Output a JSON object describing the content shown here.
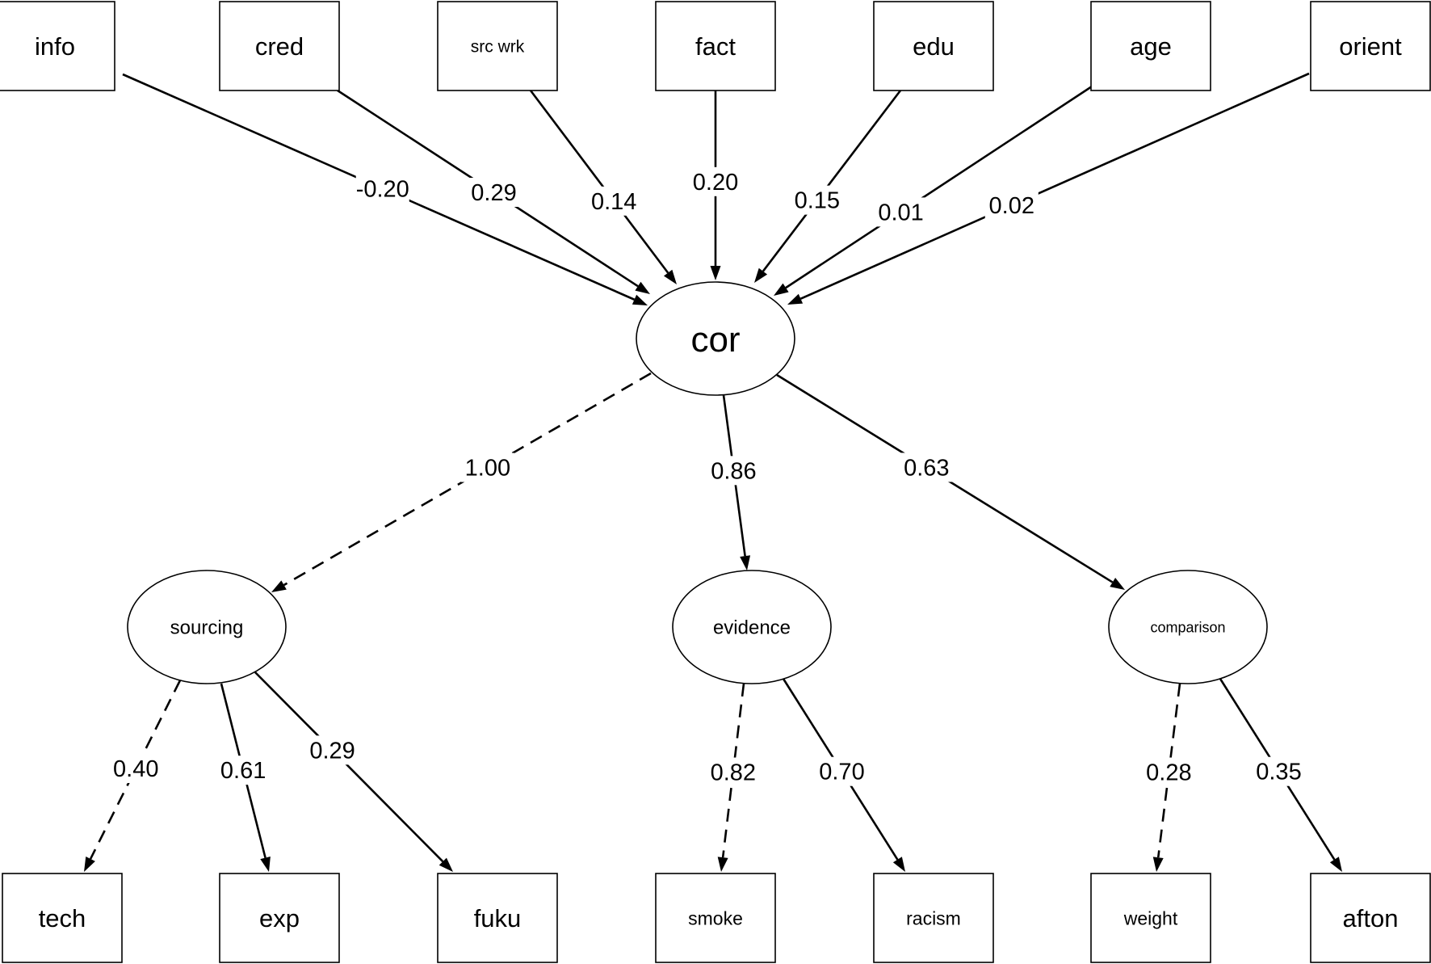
{
  "diagram": {
    "nodes": [
      {
        "id": "info",
        "label": "info",
        "shape": "box"
      },
      {
        "id": "cred",
        "label": "cred",
        "shape": "box"
      },
      {
        "id": "src_wrk",
        "label": "src wrk",
        "shape": "box"
      },
      {
        "id": "fact",
        "label": "fact",
        "shape": "box"
      },
      {
        "id": "edu",
        "label": "edu",
        "shape": "box"
      },
      {
        "id": "age",
        "label": "age",
        "shape": "box"
      },
      {
        "id": "orient",
        "label": "orient",
        "shape": "box"
      },
      {
        "id": "cor",
        "label": "cor",
        "shape": "oval"
      },
      {
        "id": "sourcing",
        "label": "sourcing",
        "shape": "oval"
      },
      {
        "id": "evidence",
        "label": "evidence",
        "shape": "oval"
      },
      {
        "id": "comparison",
        "label": "comparison",
        "shape": "oval"
      },
      {
        "id": "tech",
        "label": "tech",
        "shape": "box"
      },
      {
        "id": "exp",
        "label": "exp",
        "shape": "box"
      },
      {
        "id": "fuku",
        "label": "fuku",
        "shape": "box"
      },
      {
        "id": "smoke",
        "label": "smoke",
        "shape": "box"
      },
      {
        "id": "racism",
        "label": "racism",
        "shape": "box"
      },
      {
        "id": "weight",
        "label": "weight",
        "shape": "box"
      },
      {
        "id": "afton",
        "label": "afton",
        "shape": "box"
      }
    ],
    "edges": [
      {
        "from": "info",
        "to": "cor",
        "label": "-0.20",
        "style": "solid"
      },
      {
        "from": "cred",
        "to": "cor",
        "label": "0.29",
        "style": "solid"
      },
      {
        "from": "src_wrk",
        "to": "cor",
        "label": "0.14",
        "style": "solid"
      },
      {
        "from": "fact",
        "to": "cor",
        "label": "0.20",
        "style": "solid"
      },
      {
        "from": "edu",
        "to": "cor",
        "label": "0.15",
        "style": "solid"
      },
      {
        "from": "age",
        "to": "cor",
        "label": "0.01",
        "style": "solid"
      },
      {
        "from": "orient",
        "to": "cor",
        "label": "0.02",
        "style": "solid"
      },
      {
        "from": "cor",
        "to": "sourcing",
        "label": "1.00",
        "style": "dashed"
      },
      {
        "from": "cor",
        "to": "evidence",
        "label": "0.86",
        "style": "solid"
      },
      {
        "from": "cor",
        "to": "comparison",
        "label": "0.63",
        "style": "solid"
      },
      {
        "from": "sourcing",
        "to": "tech",
        "label": "0.40",
        "style": "dashed"
      },
      {
        "from": "sourcing",
        "to": "exp",
        "label": "0.61",
        "style": "solid"
      },
      {
        "from": "sourcing",
        "to": "fuku",
        "label": "0.29",
        "style": "solid"
      },
      {
        "from": "evidence",
        "to": "smoke",
        "label": "0.82",
        "style": "dashed"
      },
      {
        "from": "evidence",
        "to": "racism",
        "label": "0.70",
        "style": "solid"
      },
      {
        "from": "comparison",
        "to": "weight",
        "label": "0.28",
        "style": "dashed"
      },
      {
        "from": "comparison",
        "to": "afton",
        "label": "0.35",
        "style": "solid"
      }
    ]
  }
}
